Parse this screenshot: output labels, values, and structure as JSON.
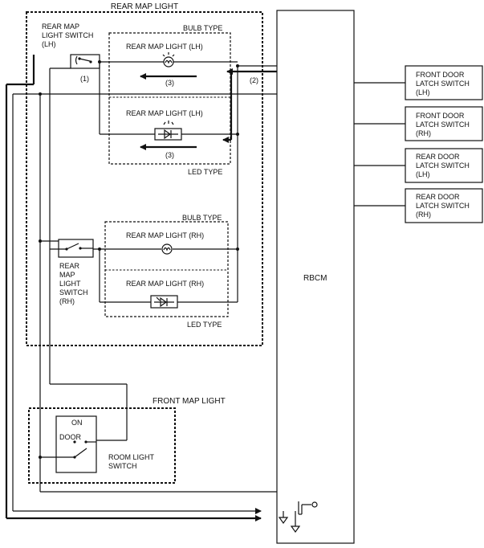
{
  "rear_map_light": {
    "title": "REAR MAP LIGHT",
    "switch_lh_line1": "REAR MAP",
    "switch_lh_line2": "LIGHT SWITCH",
    "switch_lh_line3": "(LH)",
    "bulb_type_top": "BULB TYPE",
    "led_type_top": "LED TYPE",
    "lamp_lh_bulb": "REAR MAP LIGHT (LH)",
    "lamp_lh_led": "REAR MAP LIGHT (LH)",
    "bulb_type_bottom": "BULB TYPE",
    "led_type_bottom": "LED TYPE",
    "lamp_rh_bulb": "REAR MAP LIGHT (RH)",
    "lamp_rh_led": "REAR MAP LIGHT (RH)",
    "switch_rh_line1": "REAR",
    "switch_rh_line2": "MAP",
    "switch_rh_line3": "LIGHT",
    "switch_rh_line4": "SWITCH",
    "switch_rh_line5": "(RH)",
    "callout_1": "(1)",
    "callout_2": "(2)",
    "callout_3a": "(3)",
    "callout_3b": "(3)"
  },
  "rbcm": {
    "label": "RBCM"
  },
  "latch_switches": [
    {
      "line1": "FRONT DOOR",
      "line2": "LATCH SWITCH",
      "line3": "(LH)"
    },
    {
      "line1": "FRONT DOOR",
      "line2": "LATCH SWITCH",
      "line3": "(RH)"
    },
    {
      "line1": "REAR DOOR",
      "line2": "LATCH SWITCH",
      "line3": "(LH)"
    },
    {
      "line1": "REAR DOOR",
      "line2": "LATCH SWITCH",
      "line3": "(RH)"
    }
  ],
  "front_map_light": {
    "title": "FRONT MAP LIGHT",
    "on_label": "ON",
    "door_label": "DOOR",
    "switch_line1": "ROOM LIGHT",
    "switch_line2": "SWITCH"
  }
}
